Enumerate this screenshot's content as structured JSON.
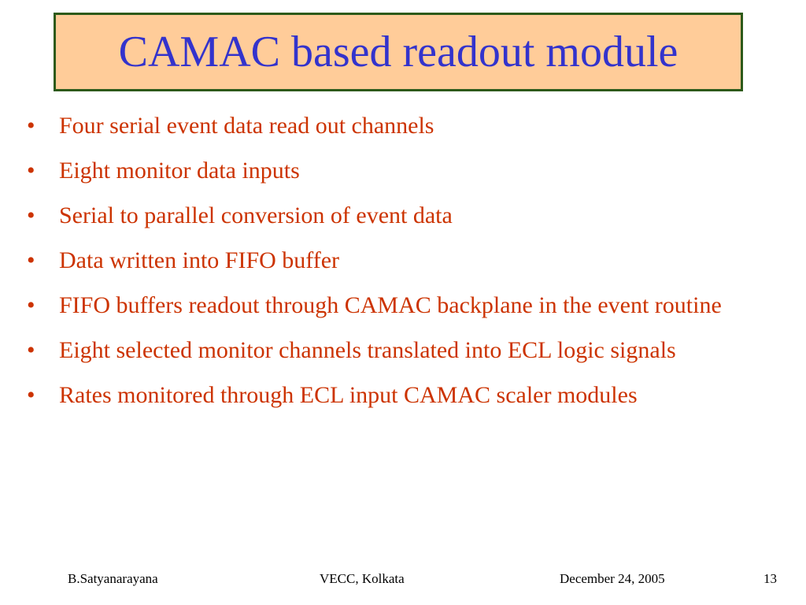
{
  "slide": {
    "title": "CAMAC based readout module",
    "bullets": [
      "Four serial event data read out channels",
      "Eight monitor data inputs",
      "Serial to parallel conversion of event data",
      "Data written into FIFO buffer",
      "FIFO buffers readout through  CAMAC backplane in the event routine",
      "Eight selected monitor channels translated into ECL logic signals",
      "Rates monitored  through ECL input CAMAC scaler modules"
    ],
    "bullet_symbol": "•"
  },
  "footer": {
    "author": "B.Satyanarayana",
    "location": "VECC, Kolkata",
    "date": "December 24, 2005",
    "page_number": "13"
  },
  "colors": {
    "title_text": "#3333cc",
    "title_background": "#ffcc99",
    "title_border": "#2d5a1a",
    "bullet_text": "#cc3300"
  }
}
